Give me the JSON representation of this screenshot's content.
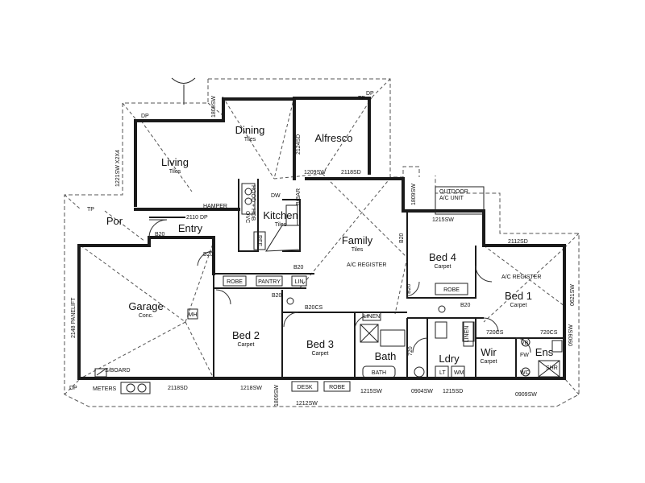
{
  "rooms": {
    "dining": {
      "name": "Dining",
      "finish": "Tiles"
    },
    "alfresco": {
      "name": "Alfresco"
    },
    "living": {
      "name": "Living",
      "finish": "Tiles"
    },
    "kitchen": {
      "name": "Kitchen",
      "finish": "Tiles"
    },
    "entry": {
      "name": "Entry"
    },
    "por": {
      "name": "Por"
    },
    "family": {
      "name": "Family",
      "finish": "Tiles"
    },
    "bed4": {
      "name": "Bed 4",
      "finish": "Carpet"
    },
    "bed1": {
      "name": "Bed 1",
      "finish": "Carpet"
    },
    "garage": {
      "name": "Garage",
      "finish": "Conc."
    },
    "bed2": {
      "name": "Bed 2",
      "finish": "Carpet"
    },
    "bed3": {
      "name": "Bed 3",
      "finish": "Carpet"
    },
    "bath": {
      "name": "Bath"
    },
    "ldry": {
      "name": "Ldry"
    },
    "wir": {
      "name": "Wir",
      "finish": "Carpet"
    },
    "ens": {
      "name": "Ens"
    }
  },
  "fixtures": {
    "robe_bed2": "ROBE",
    "pantry": "PANTRY",
    "linen_small": "LIN",
    "robe_bed4": "ROBE",
    "desk": "DESK",
    "robe_bed3": "ROBE",
    "linen_bath": "LINEN",
    "linen_ldry": "LINEN",
    "bath_tub": "BATH",
    "hamper": "HAMPER",
    "mh": "MH",
    "outdoor_ac": "OUTDOOR\nA/C UNIT",
    "ac_register_family": "A/C REGISTER",
    "ac_register_bed1": "A/C REGISTER",
    "sboard": "S/BOARD",
    "meters": "METERS",
    "tp": "TP",
    "dp": "DP",
    "shr": "SHR",
    "wc": "WC",
    "vb": "VB",
    "fw": "FW",
    "lt": "LT",
    "wm": "WM"
  },
  "openings": {
    "dp_top_left": "DP",
    "tp_top_right": "TP",
    "dp_alfresco": "DP",
    "w_1809sw": "1809SW",
    "w_2124sd": "2124SD",
    "w_1209sw": "1209SW",
    "w_2118sd": "2118SD",
    "w_1221sw": "1221SW X2X4",
    "w_1809sw_right": "1809SW",
    "w_1215sw": "1215SW",
    "w_2112sd": "2112SD",
    "w_0621sw": "0621SW",
    "w_2110dp": "2110 DP",
    "w_2148": "2148 PANELIFT",
    "w_2118sd_bottom": "2118SD",
    "w_1218sw": "1218SW",
    "w_1809sw_bottom": "1809SW",
    "w_1212sw": "1212SW",
    "w_1215sw_bottom": "1215SW",
    "w_0904sw": "0904SW",
    "w_1215sd": "1215SD",
    "w_0909sw": "0909SW",
    "w_0909sw_right": "0909SW",
    "b20_entry": "B20",
    "b20_porch": "B20",
    "b20_family": "B20",
    "b20_bed2": "B20",
    "b20_bed4": "B20",
    "b20cs": "B20CS",
    "b20_bed4_side": "B20",
    "b20_bed1": "B20",
    "b20_bath": "720",
    "b20cs_wir": "720CS",
    "b20cs_ens": "720CS",
    "b20_kitchen": "B20",
    "dw": "DW",
    "ov": "OV",
    "ref": "REF",
    "bbq": "B/BAR",
    "ducting": "HOOD\n+ HOB",
    "ovc": "OVC",
    "ref_sp": "REF\nSP"
  }
}
